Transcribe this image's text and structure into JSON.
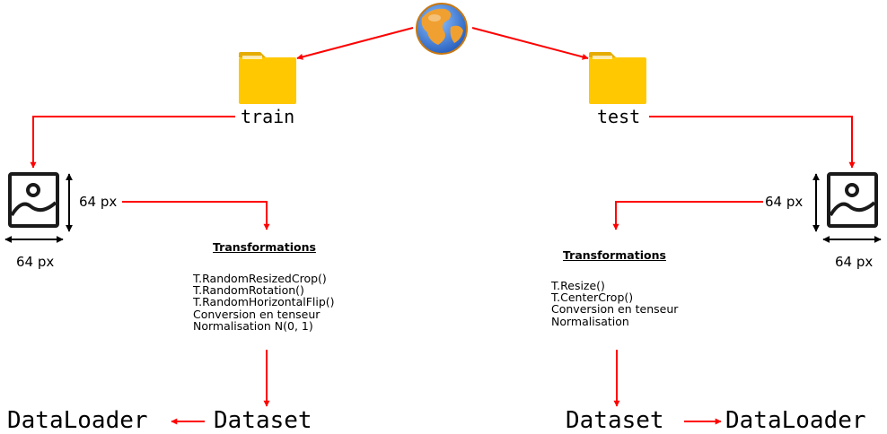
{
  "train": {
    "folder_label": "train",
    "size_height": "64 px",
    "size_width": "64 px",
    "transforms_title": "Transformations",
    "transforms": [
      "T.RandomResizedCrop()",
      "T.RandomRotation()",
      "T.RandomHorizontalFlip()",
      "Conversion en tenseur",
      "Normalisation N(0, 1)"
    ],
    "dataset_label": "Dataset",
    "dataloader_label": "DataLoader"
  },
  "test": {
    "folder_label": "test",
    "size_height": "64 px",
    "size_width": "64 px",
    "transforms_title": "Transformations",
    "transforms": [
      "T.Resize()",
      "T.CenterCrop()",
      "Conversion en tenseur",
      "Normalisation"
    ],
    "dataset_label": "Dataset",
    "dataloader_label": "DataLoader"
  },
  "colors": {
    "arrow": "#ff0000",
    "folder": "#ffc800",
    "folder_tab": "#e6ac00",
    "globe_ocean": "#3b7fd8",
    "globe_land": "#f0a030"
  },
  "icons": [
    "globe-icon",
    "folder-icon",
    "image-icon"
  ]
}
